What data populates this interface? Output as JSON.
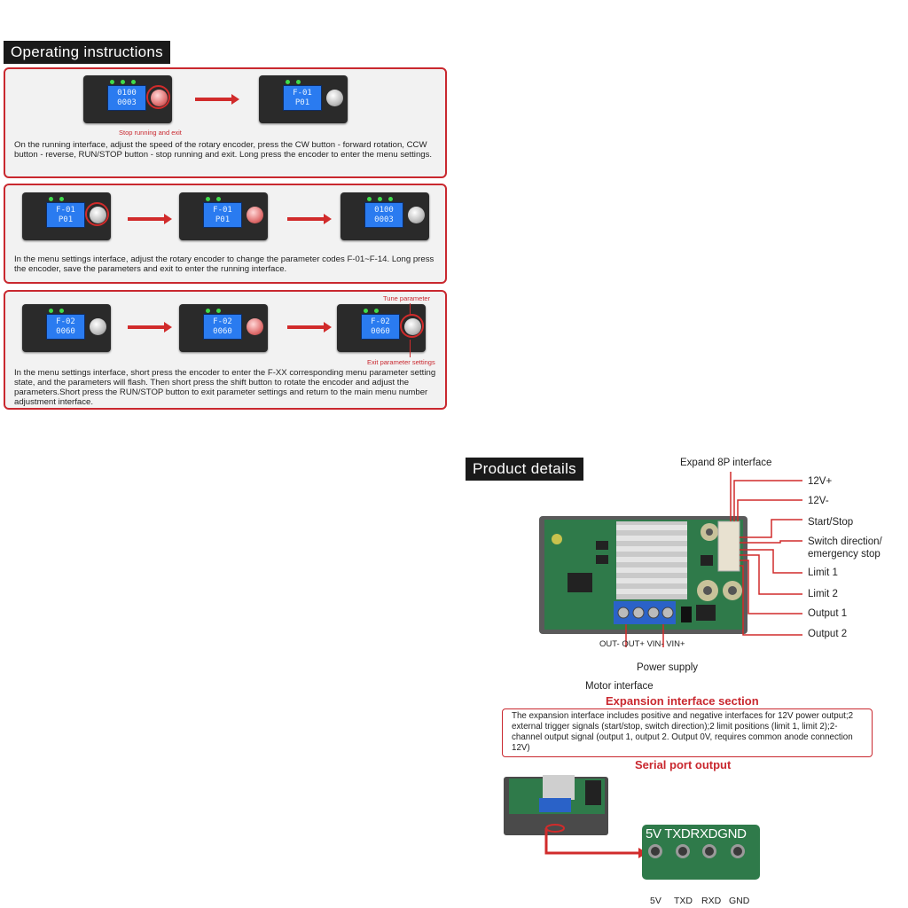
{
  "operating": {
    "header": "Operating instructions",
    "panel1": {
      "text": "On the running interface, adjust the speed of the rotary encoder, press the CW button - forward rotation, CCW button - reverse, RUN/STOP button - stop running and exit. Long press the encoder to enter the menu settings.",
      "callout": "Stop running and exit",
      "devices": [
        {
          "line1": "0100",
          "line2": "0003"
        },
        {
          "line1": "F-01",
          "line2": "P01"
        }
      ]
    },
    "panel2": {
      "text": "In the menu settings interface, adjust the rotary encoder to change the parameter codes F-01~F-14. Long press the encoder, save the parameters and exit to enter the running interface.",
      "devices": [
        {
          "line1": "F-01",
          "line2": "P01"
        },
        {
          "line1": "F-01",
          "line2": "P01"
        },
        {
          "line1": "0100",
          "line2": "0003"
        }
      ]
    },
    "panel3": {
      "text": "In the menu settings interface, short press the encoder to enter the F-XX corresponding menu parameter setting state, and the parameters will flash. Then short press the shift button to rotate the encoder and adjust the parameters.Short press the RUN/STOP button to exit parameter settings and return to the main menu number adjustment interface.",
      "callout_top": "Tune parameter",
      "callout_bottom": "Exit parameter settings",
      "devices": [
        {
          "line1": "F-02",
          "line2": "0060"
        },
        {
          "line1": "F-02",
          "line2": "0060"
        },
        {
          "line1": "F-02",
          "line2": "0060"
        }
      ]
    }
  },
  "product": {
    "header": "Product details",
    "expand_label": "Expand 8P interface",
    "pins": [
      "12V+",
      "12V-",
      "Start/Stop",
      "Switch direction/",
      "emergency stop",
      "Limit 1",
      "Limit 2",
      "Output 1",
      "Output 2"
    ],
    "terminal_labels": "OUT- OUT+ VIN- VIN+",
    "power_supply": "Power supply",
    "motor_interface": "Motor interface",
    "expansion_title": "Expansion interface section",
    "expansion_text": "The expansion interface includes positive and negative interfaces for 12V power output;2 external trigger signals (start/stop, switch direction);2 limit positions (limit 1, limit 2);2-channel output signal (output 1, output 2. Output 0V, requires common anode connection 12V)",
    "serial_title": "Serial port output",
    "serial_board_labels": "5V TXDRXDGND",
    "serial_pins": [
      "5V",
      "TXD",
      "RXD",
      "GND"
    ]
  },
  "colors": {
    "accent": "#c9282f",
    "lcd": "#2a7bf0",
    "pcb": "#2f7a4a"
  }
}
